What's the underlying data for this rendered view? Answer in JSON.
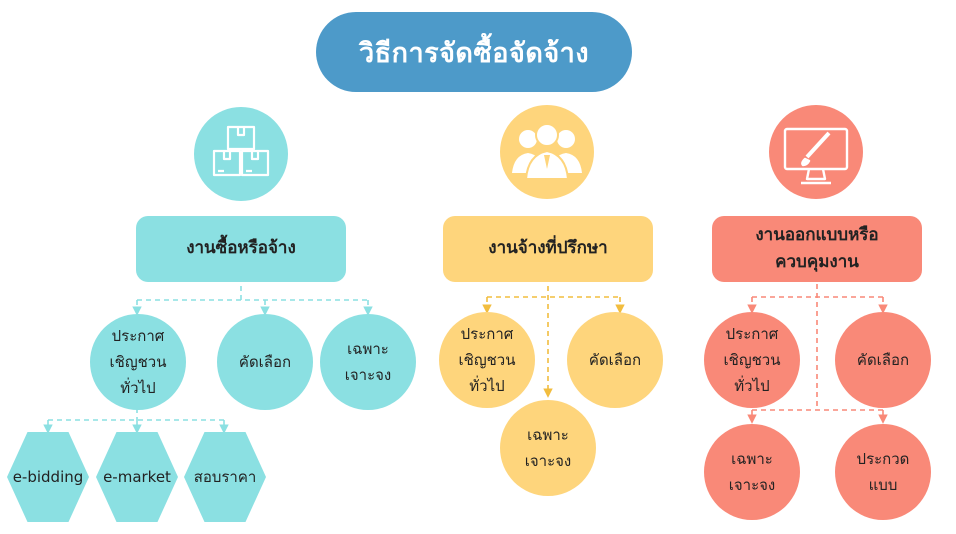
{
  "title": "วิธีการจัดซื้อจัดจ้าง",
  "colors": {
    "title_bg": "#4d9ac9",
    "teal": "#8be0e2",
    "yellow": "#fed57c",
    "salmon": "#f98978"
  },
  "groups": [
    {
      "icon": "boxes-icon",
      "label": "งานซื้อหรือจ้าง",
      "methods": [
        "ประกาศ\nเชิญชวน\nทั่วไป",
        "คัดเลือก",
        "เฉพาะ\nเจาะจง"
      ],
      "sub_methods": [
        "e-bidding",
        "e-market",
        "สอบราคา"
      ]
    },
    {
      "icon": "people-icon",
      "label": "งานจ้างที่ปรึกษา",
      "methods": [
        "ประกาศ\nเชิญชวน\nทั่วไป",
        "คัดเลือก",
        "เฉพาะ\nเจาะจง"
      ]
    },
    {
      "icon": "design-monitor-icon",
      "label": "งานออกแบบหรือ\nควบคุมงาน",
      "methods": [
        "ประกาศ\nเชิญชวน\nทั่วไป",
        "คัดเลือก",
        "เฉพาะ\nเจาะจง",
        "ประกวด\nแบบ"
      ]
    }
  ]
}
